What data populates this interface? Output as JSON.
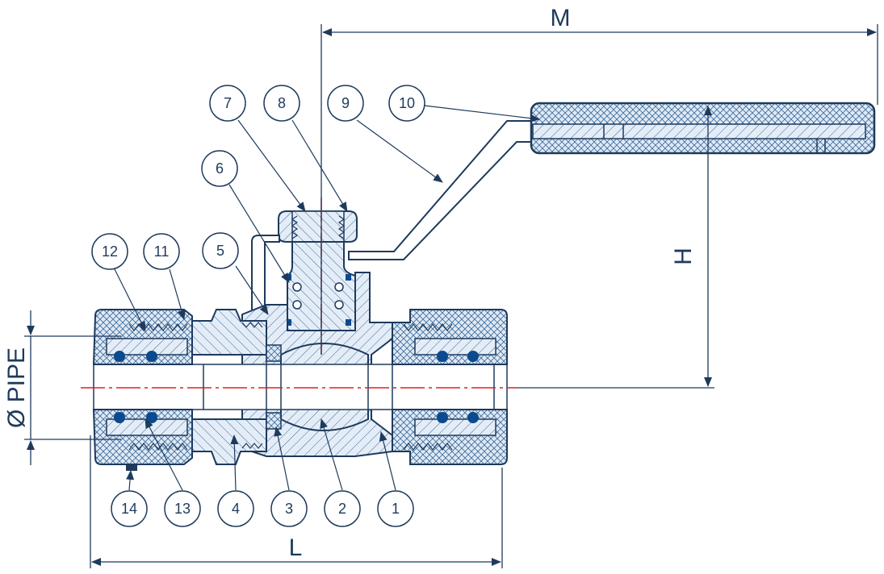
{
  "dimensions": {
    "M": "M",
    "H": "H",
    "L": "L",
    "pipe": "Ø PIPE"
  },
  "callouts": [
    "1",
    "2",
    "3",
    "4",
    "5",
    "6",
    "7",
    "8",
    "9",
    "10",
    "11",
    "12",
    "13",
    "14"
  ],
  "colors": {
    "line": "#1e3a5c",
    "hatch": "#2e5a86",
    "fill": "#dfe9f5",
    "centerline": "#e02020",
    "oring": "#0b4a8e"
  }
}
